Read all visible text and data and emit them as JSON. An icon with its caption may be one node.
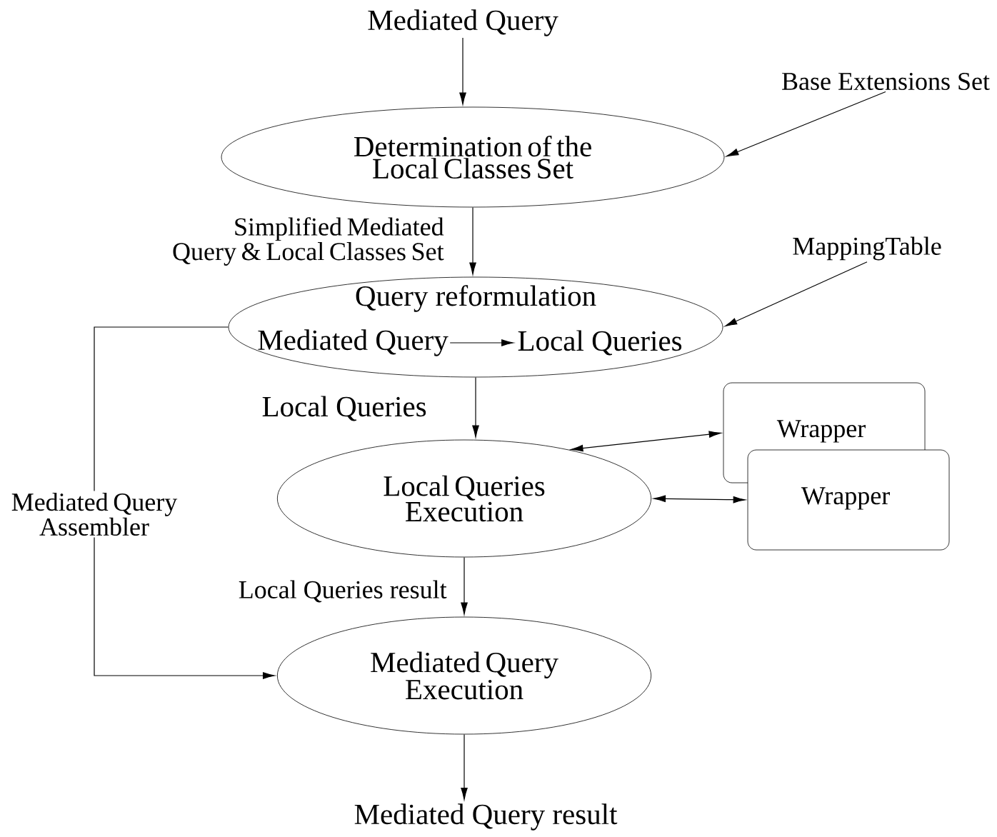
{
  "diagram": {
    "nodes": [
      {
        "text": [
          "Mediated Query"
        ]
      },
      {
        "text": [
          "Base Extensions Set"
        ]
      },
      {
        "text": [
          "Determination of the Local Classes Set"
        ]
      },
      {
        "text": [
          "MappingTable"
        ]
      },
      {
        "text": [
          "Query reformulation"
        ]
      },
      {
        "text": [
          "Mediated Query"
        ],
        "in": 4
      },
      {
        "text": [
          "Local Queries"
        ],
        "in": 4
      },
      {
        "text": [
          "Wrapper"
        ]
      },
      {
        "text": [
          "Local Queries Execution"
        ]
      },
      {
        "text": [
          "Wrapper"
        ]
      },
      {
        "text": [
          "Mediated Query Assembler"
        ]
      },
      {
        "text": [
          "Mediated Query Execution"
        ]
      },
      {
        "text": [
          "Mediated Query result"
        ]
      }
    ],
    "edges": [
      {
        "from": 0,
        "to": 2,
        "arrow": "to"
      },
      {
        "from": 1,
        "to": 2,
        "arrow": "to"
      },
      {
        "from": 2,
        "to": 4,
        "arrow": "to",
        "label": "Simplified Mediated Query & Local Classes Set"
      },
      {
        "from": 3,
        "to": 4,
        "arrow": "to"
      },
      {
        "from": 5,
        "to": 6,
        "arrow": "to"
      },
      {
        "from": 4,
        "to": 8,
        "arrow": "to",
        "label": "Local Queries"
      },
      {
        "from": 8,
        "to": 7,
        "arrow": "both"
      },
      {
        "from": 8,
        "to": 9,
        "arrow": "both"
      },
      {
        "from": 4,
        "to": 10,
        "arrow": "none"
      },
      {
        "from": 10,
        "to": 11,
        "arrow": "to"
      },
      {
        "from": 8,
        "to": 11,
        "arrow": "to",
        "label": "Local Queries result"
      },
      {
        "from": 11,
        "to": 12,
        "arrow": "to"
      }
    ]
  }
}
